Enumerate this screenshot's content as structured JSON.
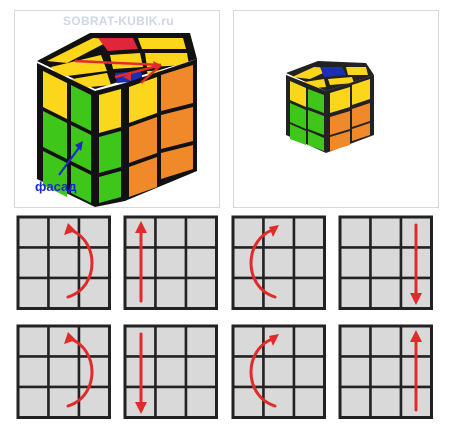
{
  "header": {
    "watermark": "SOBRAT-KUBIK.ru",
    "facade_label": "фасад"
  },
  "colors": {
    "red": "#e0263a",
    "yellow": "#fbd61a",
    "blue": "#1c2fb4",
    "green": "#3ec61a",
    "orange": "#f0892a",
    "arrow": "#e12b2b",
    "grid": "#222222",
    "grid_fill": "#d9d9d9",
    "label": "#1a28c8"
  },
  "moves_row1": [
    {
      "id": "right-arc-cw",
      "icon": "arc-right-down"
    },
    {
      "id": "left-up",
      "icon": "arrow-up-col1"
    },
    {
      "id": "left-arc-ccw",
      "icon": "arc-left-up"
    },
    {
      "id": "right-down",
      "icon": "arrow-down-col3"
    }
  ],
  "moves_row2": [
    {
      "id": "right-arc-cw-2",
      "icon": "arc-right-down"
    },
    {
      "id": "left-down",
      "icon": "arrow-down-col1"
    },
    {
      "id": "left-arc-ccw-2",
      "icon": "arc-left-up"
    },
    {
      "id": "right-up",
      "icon": "arrow-up-col3"
    }
  ]
}
